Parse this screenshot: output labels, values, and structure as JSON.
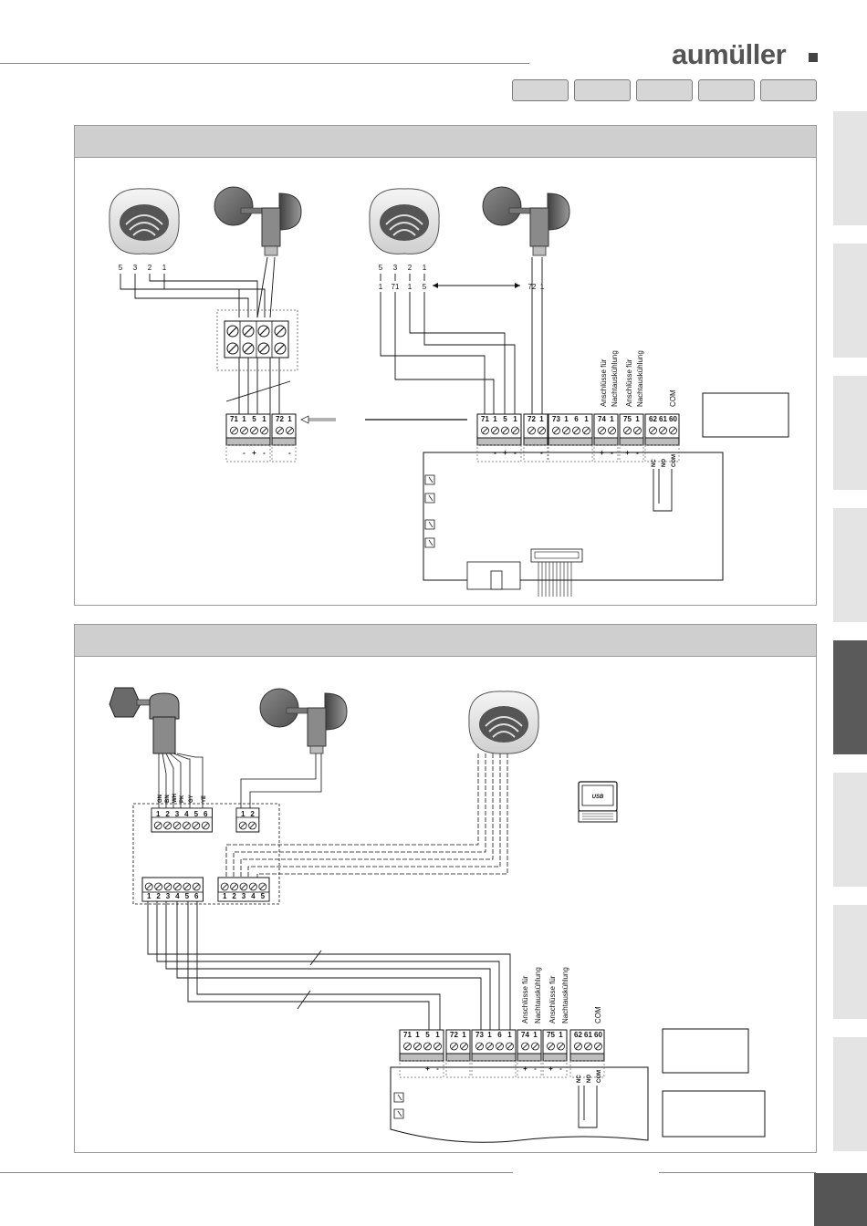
{
  "brand": {
    "logo_text": "aumüller"
  },
  "nav_tabs": [
    "",
    "",
    "",
    "",
    ""
  ],
  "side_tabs": 8,
  "panel1": {
    "sensor_left": {
      "wire_numbers": [
        "5",
        "3",
        "2",
        "1"
      ]
    },
    "sensor_right": {
      "wire_numbers": [
        "5",
        "3",
        "2",
        "1"
      ],
      "mapped_numbers": [
        "1",
        "71",
        "1",
        "5"
      ]
    },
    "anemometer_right": {
      "wire_numbers": [
        "72",
        "1"
      ]
    },
    "left_terminal_block_a": {
      "labels": [
        "71",
        "1",
        "5",
        "1"
      ],
      "polarity": [
        "-",
        "+",
        "-"
      ]
    },
    "left_terminal_block_b": {
      "labels": [
        "72",
        "1"
      ],
      "polarity": [
        "-"
      ]
    },
    "board_terminals": [
      {
        "labels": [
          "71",
          "1",
          "5",
          "1"
        ],
        "polarity": [
          "-",
          "+",
          "-"
        ]
      },
      {
        "labels": [
          "72",
          "1"
        ],
        "polarity": [
          "-"
        ]
      },
      {
        "labels": [
          "73",
          "1",
          "6",
          "1"
        ],
        "polarity": []
      },
      {
        "labels": [
          "74",
          "1"
        ],
        "polarity": [
          "+",
          "-"
        ]
      },
      {
        "labels": [
          "75",
          "1"
        ],
        "polarity": [
          "+",
          "-"
        ]
      },
      {
        "labels": [
          "62",
          "61",
          "60"
        ],
        "polarity": []
      }
    ],
    "relay_labels": [
      "NC",
      "NO",
      "COM"
    ],
    "vertical_labels": [
      "Anschlüsse für",
      "Nachtauskühlung",
      "Anschlüsse für",
      "Nachtauskühlung",
      "COM"
    ]
  },
  "panel2": {
    "wire_colors": [
      "GN",
      "BN",
      "WH",
      "PK",
      "GY",
      "YE"
    ],
    "junction_top_left": [
      "1",
      "2",
      "3",
      "4",
      "5",
      "6"
    ],
    "junction_top_right": [
      "1",
      "2"
    ],
    "junction_bottom_left": [
      "1",
      "2",
      "3",
      "4",
      "5",
      "6"
    ],
    "junction_bottom_right": [
      "1",
      "2",
      "3",
      "4",
      "5"
    ],
    "usb_label": "USB",
    "board_terminals": [
      {
        "labels": [
          "71",
          "1",
          "5",
          "1"
        ],
        "polarity": [
          "+",
          "-"
        ]
      },
      {
        "labels": [
          "72",
          "1"
        ],
        "polarity": []
      },
      {
        "labels": [
          "73",
          "1",
          "6",
          "1"
        ],
        "polarity": []
      },
      {
        "labels": [
          "74",
          "1"
        ],
        "polarity": [
          "+",
          "-"
        ]
      },
      {
        "labels": [
          "75",
          "1"
        ],
        "polarity": [
          "+",
          "-"
        ]
      },
      {
        "labels": [
          "62",
          "61",
          "60"
        ],
        "polarity": []
      }
    ],
    "relay_labels": [
      "NC",
      "NO",
      "COM"
    ],
    "vertical_labels": [
      "Anschlüsse für",
      "Nachtauskühlung",
      "Anschlüsse für",
      "Nachtauskühlung",
      "COM"
    ]
  }
}
